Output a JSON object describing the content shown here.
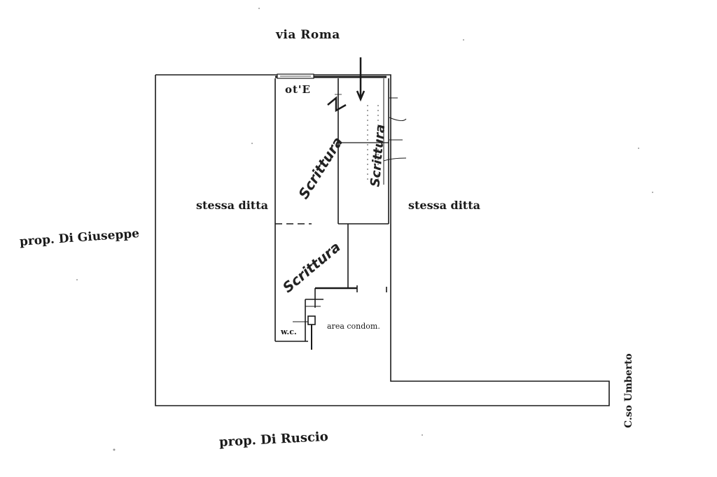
{
  "labels": {
    "street_top": "via Roma",
    "left_neighbor": "prop. Di Giuseppe",
    "bottom_neighbor": "prop. Di Ruscio",
    "street_right": "C.so Umberto",
    "left_room": "stessa ditta",
    "right_room": "stessa ditta",
    "wc": "w.c.",
    "common_area": "area condom.",
    "height_note": "ot'E"
  },
  "scrawls": {
    "scrawl_a": "Scrittura",
    "scrawl_b": "Scrittura",
    "scrawl_c": "Scrittura"
  },
  "colors": {
    "ink": "#1a1a1a",
    "paper": "#ffffff"
  }
}
